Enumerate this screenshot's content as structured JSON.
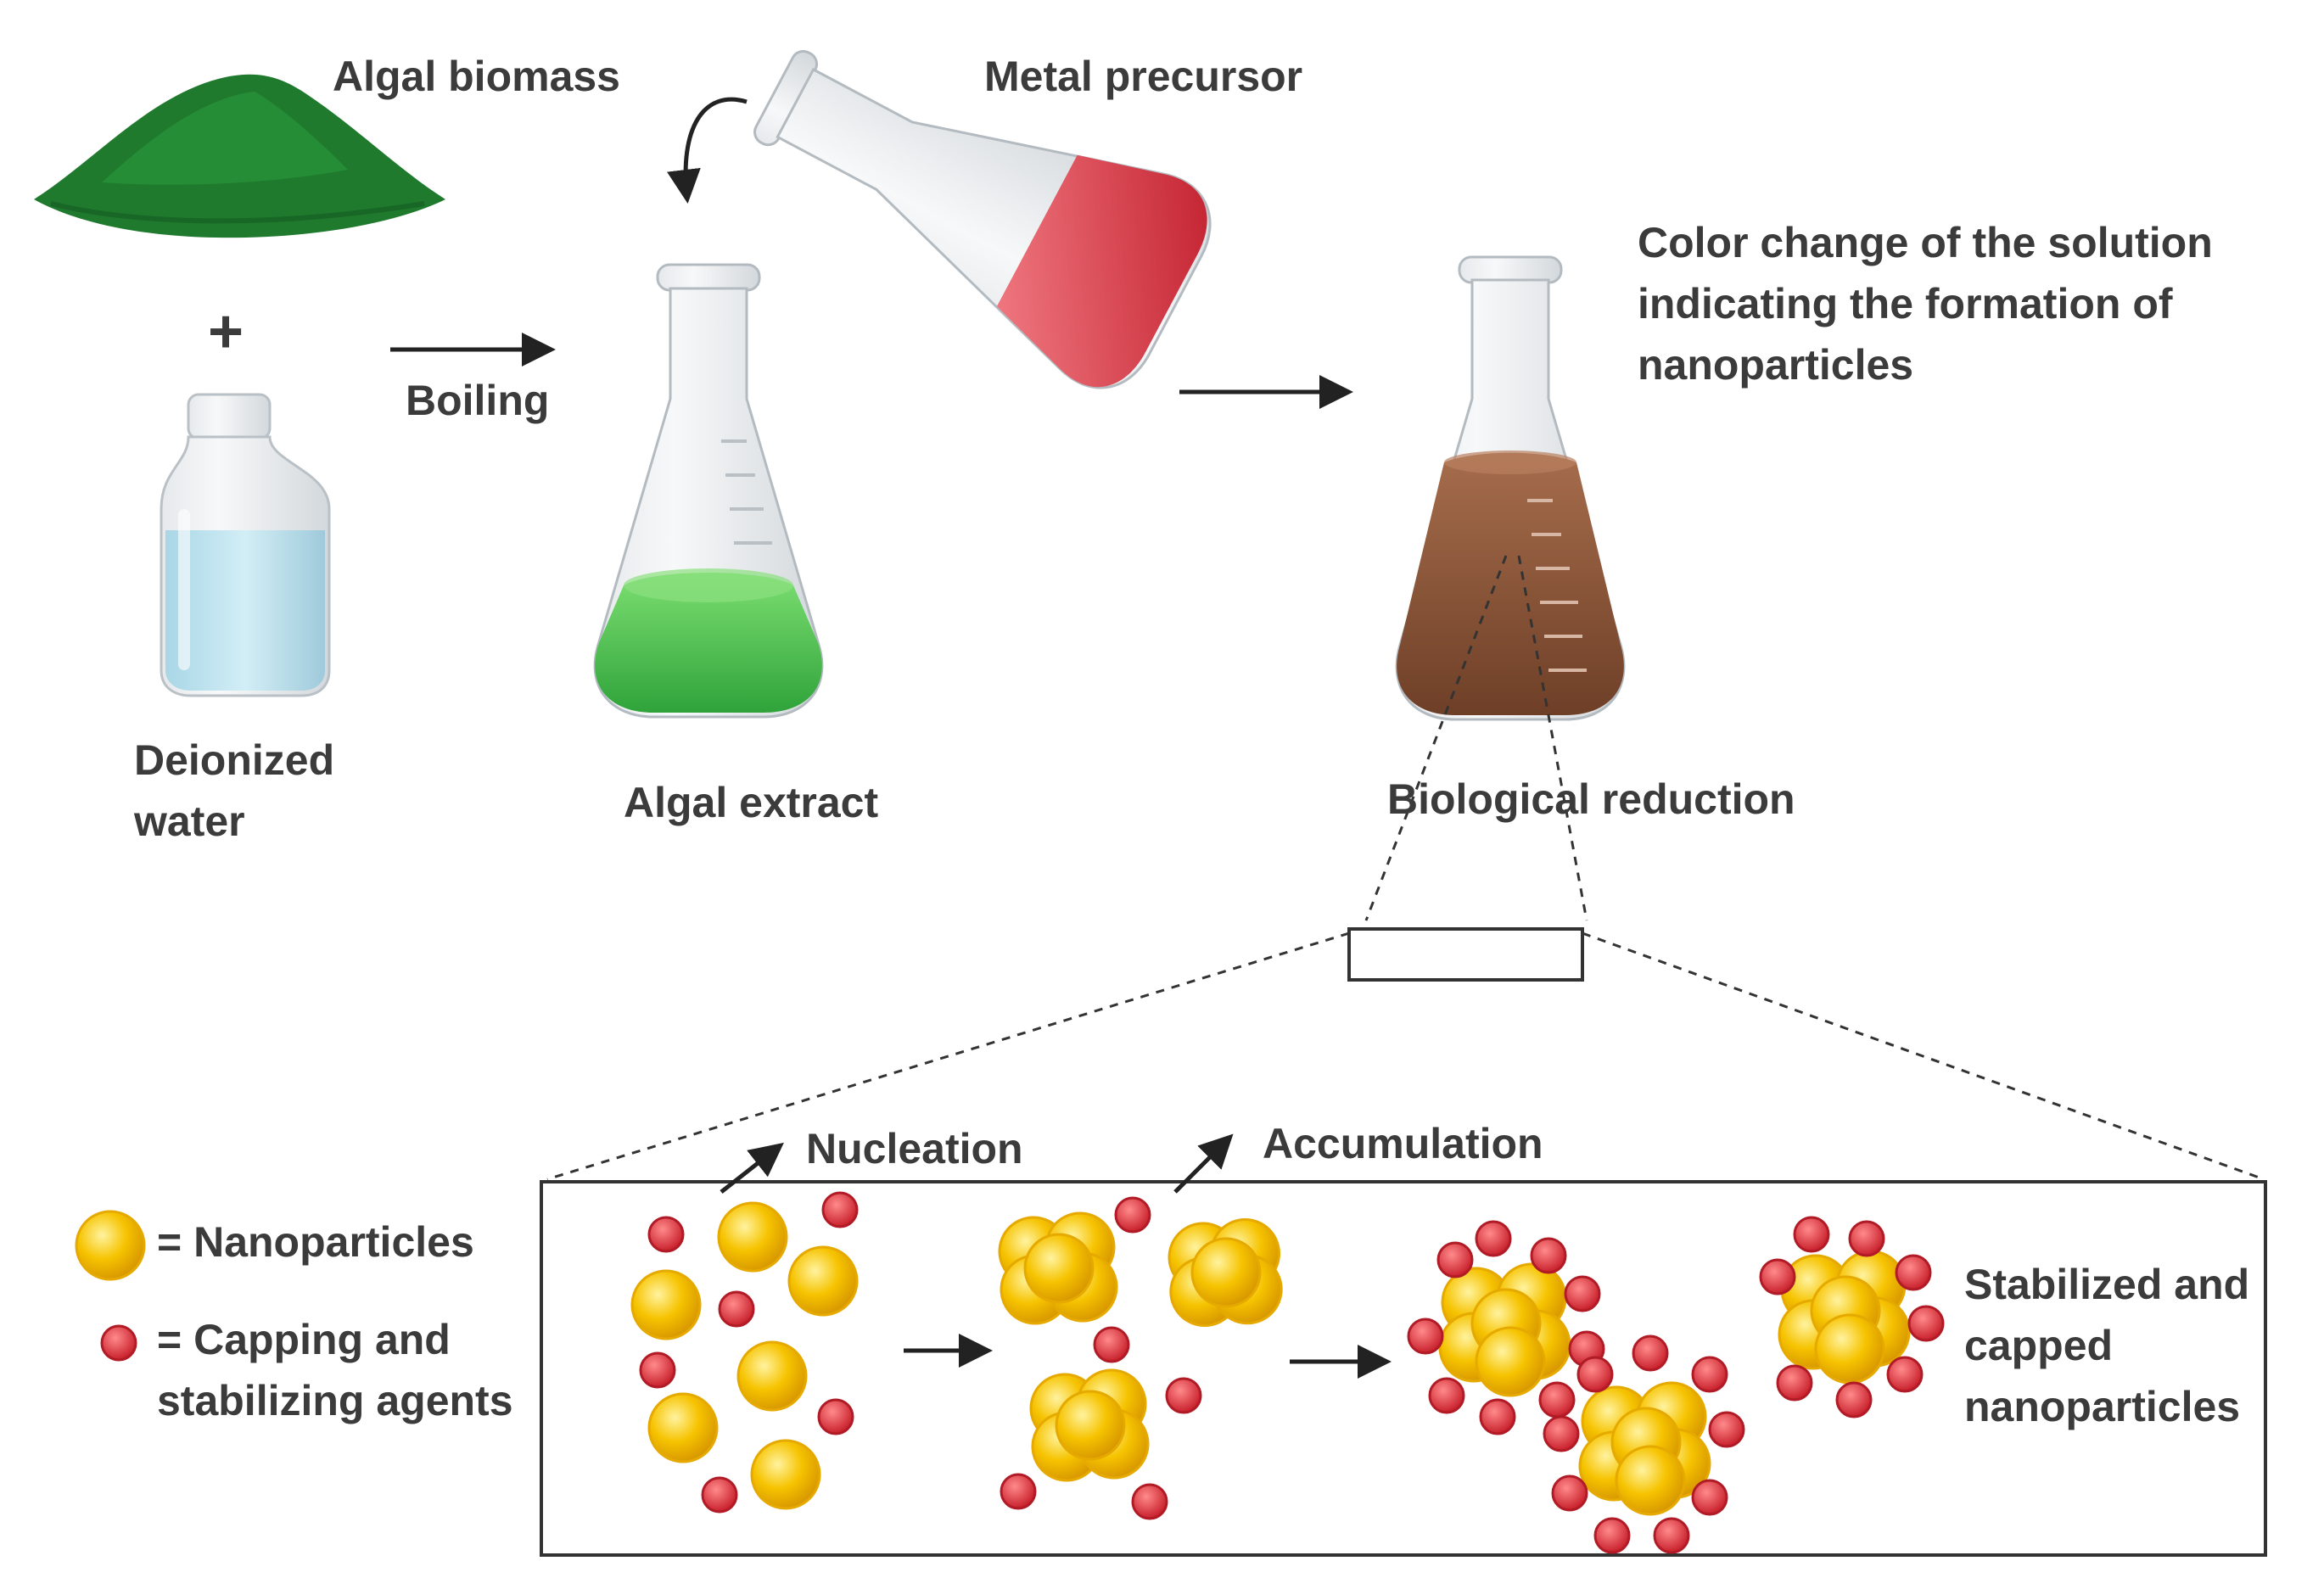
{
  "labels": {
    "algal_biomass": "Algal biomass",
    "metal_precursor": "Metal precursor",
    "plus": "+",
    "boiling": "Boiling",
    "deionized_water": "Deionized water",
    "algal_extract": "Algal extract",
    "color_change": "Color change of the solution indicating the formation of nanoparticles",
    "biological_reduction": "Biological reduction",
    "nucleation": "Nucleation",
    "accumulation": "Accumulation",
    "legend_nanoparticles": "= Nanoparticles",
    "legend_capping": "= Capping and stabilizing agents",
    "stabilized": "Stabilized and capped nanoparticles"
  },
  "colors": {
    "algae_powder": "#1f7a2e",
    "water": "#bfe3ee",
    "algal_extract": "#4cc24a",
    "metal_precursor": "#d9404e",
    "reduced_solution": "#8a5438",
    "nanoparticle": "#f5c200",
    "capping_agent": "#e0343e",
    "arrow": "#222222"
  }
}
